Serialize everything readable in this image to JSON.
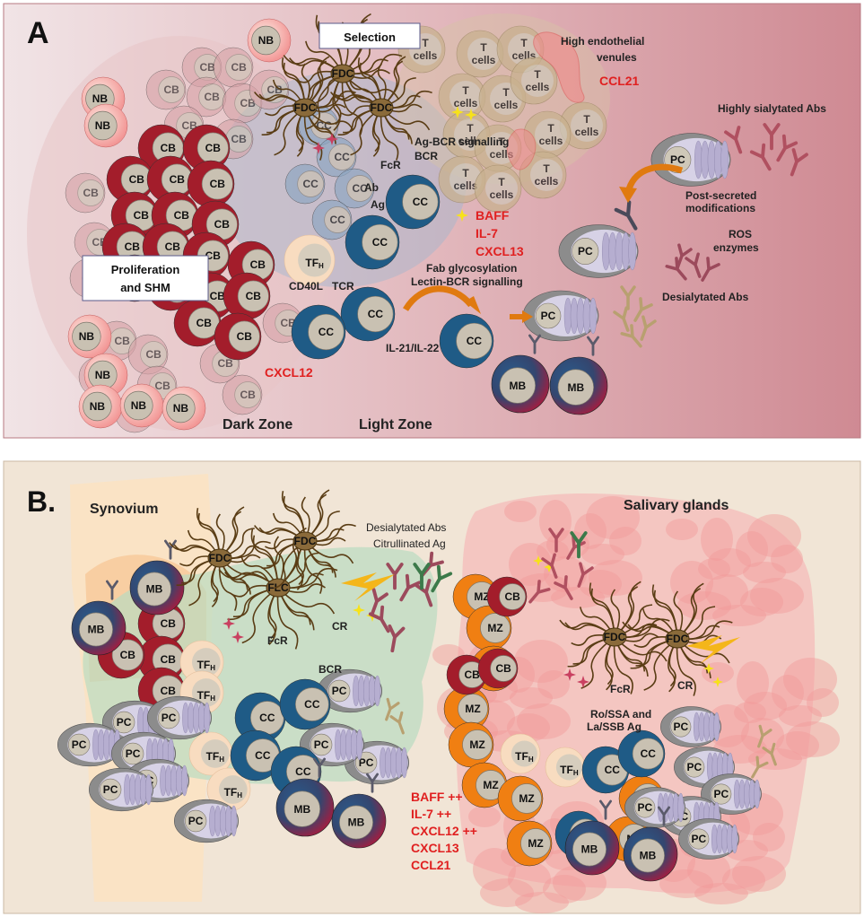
{
  "panelA": {
    "letter": "A",
    "selection": "Selection",
    "prolif_line1": "Proliferation",
    "prolif_line2": "and SHM",
    "dark_zone": "Dark Zone",
    "light_zone": "Light Zone",
    "hev_line1": "High endothelial",
    "hev_line2": "venules",
    "ccl21": "CCL21",
    "highly_sialylated": "Highly sialytated Abs",
    "post_secreted1": "Post-secreted",
    "post_secreted2": "modifications",
    "ros1": "ROS",
    "ros2": "enzymes",
    "desialylated": "Desialytated Abs",
    "ag_bcr": "Ag-BCR signalling",
    "bcr": "BCR",
    "fcr": "FcR",
    "ab": "Ab",
    "ag": "Ag",
    "baff": "BAFF",
    "il7": "IL-7",
    "cxcl13": "CXCL13",
    "fab1": "Fab glycosylation",
    "fab2": "Lectin-BCR signalling",
    "cd40l": "CD40L",
    "tcr": "TCR",
    "il21": "IL-21/IL-22",
    "cxcl12": "CXCL12",
    "tfh": "TF",
    "tfh_sub": "H",
    "t_line1": "T",
    "t_line2": "cells"
  },
  "panelB": {
    "letter": "B.",
    "synovium": "Synovium",
    "salivary": "Salivary glands",
    "desialylated": "Desialytated Abs",
    "citrullinated": "Citrullinated Ag",
    "fcr": "FcR",
    "cr": "CR",
    "bcr": "BCR",
    "ro_line1": "Ro/SSA and",
    "ro_line2": "La/SSB Ag",
    "cyto1": "BAFF ++",
    "cyto2": "IL-7 ++",
    "cyto3": "CXCL12 ++",
    "cyto4": "CXCL13",
    "cyto5": "CCL21",
    "tfh": "TF",
    "tfh_sub": "H"
  },
  "cell_labels": {
    "nb": "NB",
    "cb": "CB",
    "cc": "CC",
    "pc": "PC",
    "mb": "MB",
    "mz": "MZ",
    "fdc": "FDC",
    "flc": "FLC"
  },
  "colors": {
    "panelA_bg": "#d9a3ab",
    "panelB_bg": "#f2e6d8",
    "cb_red": "#a31d2b",
    "cc_blue": "#1f5b86",
    "mz_orange": "#f07f12",
    "fdc_brown": "#6b4a1f",
    "cytokine_red": "#e02020",
    "green_zone": "#b9dcc0",
    "salivary_pink": "#f6b6b6"
  }
}
